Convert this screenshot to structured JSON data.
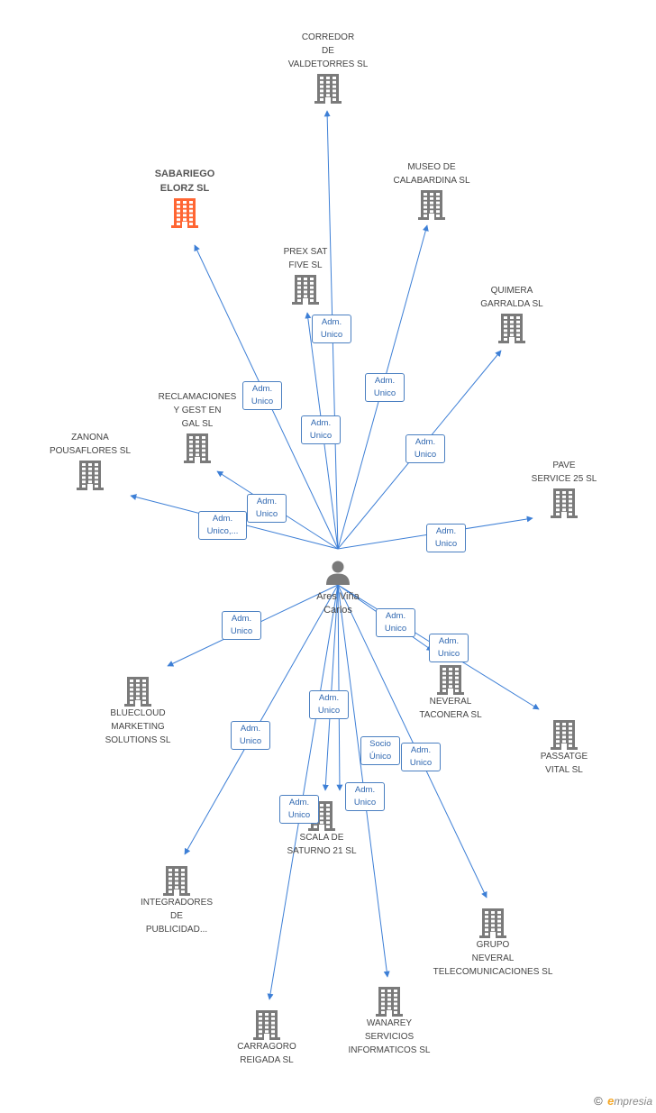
{
  "person": {
    "name_line1": "Ares Viña",
    "name_line2": "Carlos"
  },
  "colors": {
    "edge": "#3d7fd6",
    "building": "#7a7a7a",
    "building_main": "#ff6633",
    "badge_text": "#2f67b0"
  },
  "companies": [
    {
      "id": "sabariego",
      "lines": [
        "SABARIEGO",
        "ELORZ SL"
      ],
      "main": true
    },
    {
      "id": "corredor",
      "lines": [
        "CORREDOR",
        "DE",
        "VALDETORRES SL"
      ]
    },
    {
      "id": "museo",
      "lines": [
        "MUSEO DE",
        "CALABARDINA SL"
      ]
    },
    {
      "id": "prex",
      "lines": [
        "PREX SAT",
        "FIVE SL"
      ]
    },
    {
      "id": "quimera",
      "lines": [
        "QUIMERA",
        "GARRALDA SL"
      ]
    },
    {
      "id": "reclamaciones",
      "lines": [
        "RECLAMACIONES",
        "Y GEST EN",
        "GAL  SL"
      ]
    },
    {
      "id": "zanona",
      "lines": [
        "ZANONA",
        "POUSAFLORES SL"
      ]
    },
    {
      "id": "pave",
      "lines": [
        "PAVE",
        "SERVICE 25 SL"
      ]
    },
    {
      "id": "bluecloud",
      "lines": [
        "BLUECLOUD",
        "MARKETING",
        "SOLUTIONS SL"
      ]
    },
    {
      "id": "neveral_taconera",
      "lines": [
        "NEVERAL",
        "TACONERA SL"
      ]
    },
    {
      "id": "passatge",
      "lines": [
        "PASSATGE",
        "VITAL SL"
      ]
    },
    {
      "id": "scala",
      "lines": [
        "SCALA DE",
        "SATURNO 21 SL"
      ]
    },
    {
      "id": "integradores",
      "lines": [
        "INTEGRADORES",
        "DE",
        "PUBLICIDAD..."
      ]
    },
    {
      "id": "grupo_neveral",
      "lines": [
        "GRUPO",
        "NEVERAL",
        "TELECOMUNICACIONES SL"
      ]
    },
    {
      "id": "carragoro",
      "lines": [
        "CARRAGORO",
        "REIGADA SL"
      ]
    },
    {
      "id": "wanarey",
      "lines": [
        "WANAREY",
        "SERVICIOS",
        "INFORMATICOS SL"
      ]
    }
  ],
  "roles": [
    {
      "target": "sabariego",
      "lines": [
        "Adm.",
        "Unico"
      ]
    },
    {
      "target": "corredor",
      "lines": [
        "Adm.",
        "Unico"
      ]
    },
    {
      "target": "prex",
      "lines": [
        "Adm.",
        "Unico"
      ]
    },
    {
      "target": "museo",
      "lines": [
        "Adm.",
        "Unico"
      ]
    },
    {
      "target": "quimera",
      "lines": [
        "Adm.",
        "Unico"
      ]
    },
    {
      "target": "reclamaciones",
      "lines": [
        "Adm.",
        "Unico"
      ]
    },
    {
      "target": "zanona",
      "lines": [
        "Adm.",
        "Unico,..."
      ]
    },
    {
      "target": "pave",
      "lines": [
        "Adm.",
        "Unico"
      ]
    },
    {
      "target": "bluecloud",
      "lines": [
        "Adm.",
        "Unico"
      ]
    },
    {
      "target": "neveral_taconera",
      "lines": [
        "Adm.",
        "Unico"
      ]
    },
    {
      "target": "passatge",
      "lines": [
        "Adm.",
        "Unico"
      ]
    },
    {
      "target": "scala",
      "lines": [
        "Adm.",
        "Unico"
      ]
    },
    {
      "target": "integradores",
      "lines": [
        "Adm.",
        "Unico"
      ]
    },
    {
      "target": "scala",
      "lines": [
        "Socio",
        "Único"
      ]
    },
    {
      "target": "grupo_neveral",
      "lines": [
        "Adm.",
        "Unico"
      ]
    },
    {
      "target": "carragoro",
      "lines": [
        "Adm.",
        "Unico"
      ]
    },
    {
      "target": "wanarey",
      "lines": [
        "Adm.",
        "Unico"
      ]
    }
  ],
  "brand": {
    "copyright": "©",
    "initial": "e",
    "rest": "mpresia"
  }
}
